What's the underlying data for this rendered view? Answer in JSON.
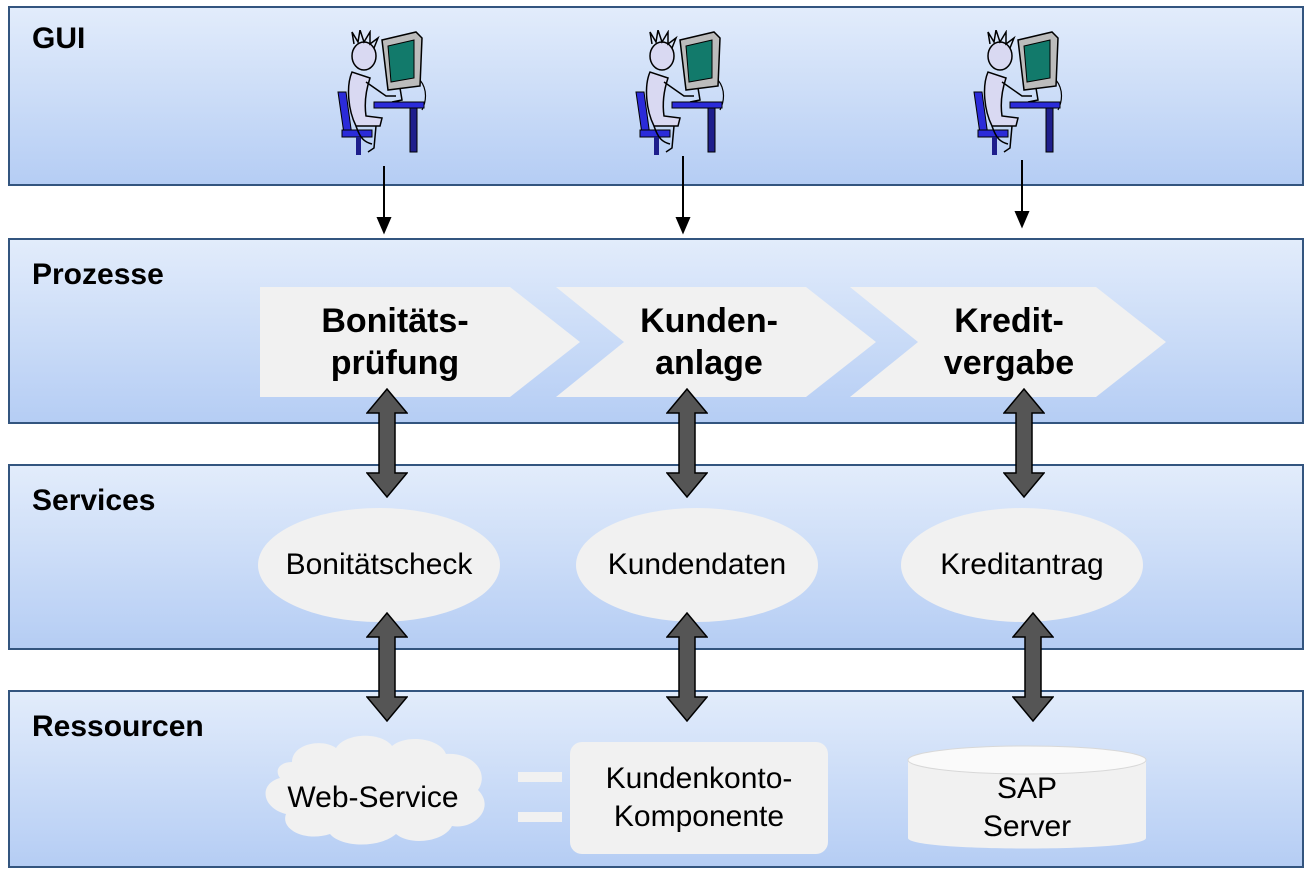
{
  "layers": {
    "gui": "GUI",
    "prozesse": "Prozesse",
    "services": "Services",
    "ressourcen": "Ressourcen"
  },
  "processes": [
    {
      "label": "Bonitäts-\nprüfung"
    },
    {
      "label": "Kunden-\nanlage"
    },
    {
      "label": "Kredit-\nvergabe"
    }
  ],
  "services": [
    {
      "label": "Bonitätscheck"
    },
    {
      "label": "Kundendaten"
    },
    {
      "label": "Kreditantrag"
    }
  ],
  "resources": [
    {
      "label": "Web-Service",
      "shape": "cloud"
    },
    {
      "label": "Kundenkonto-\nKomponente",
      "shape": "component"
    },
    {
      "label": "SAP\nServer",
      "shape": "database"
    }
  ],
  "icons": {
    "user": "user-at-computer-icon"
  },
  "colors": {
    "layer_border": "#33557f",
    "layer_top": "#e2ecfb",
    "layer_bottom": "#b5cdf4",
    "shape_fill": "#f1f1f1",
    "arrow_fill": "#555555"
  }
}
